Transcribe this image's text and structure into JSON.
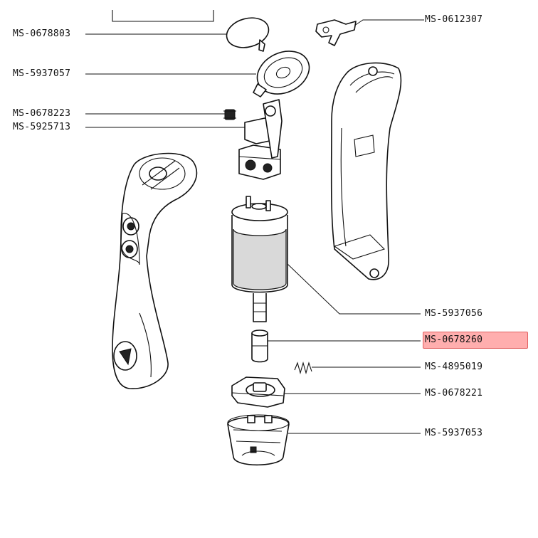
{
  "diagram": {
    "labels": [
      {
        "id": "ms-0612307",
        "text": "MS-0612307",
        "highlighted": false
      },
      {
        "id": "ms-0678803",
        "text": "MS-0678803",
        "highlighted": false
      },
      {
        "id": "ms-5937057",
        "text": "MS-5937057",
        "highlighted": false
      },
      {
        "id": "ms-0678223",
        "text": "MS-0678223",
        "highlighted": false
      },
      {
        "id": "ms-5925713",
        "text": "MS-5925713",
        "highlighted": false
      },
      {
        "id": "ms-5937056",
        "text": "MS-5937056",
        "highlighted": false
      },
      {
        "id": "ms-0678260",
        "text": "MS-0678260",
        "highlighted": true
      },
      {
        "id": "ms-4895019",
        "text": "MS-4895019",
        "highlighted": false
      },
      {
        "id": "ms-0678221",
        "text": "MS-0678221",
        "highlighted": false
      },
      {
        "id": "ms-5937053",
        "text": "MS-5937053",
        "highlighted": false
      }
    ],
    "highlight_color": "#ff8080"
  }
}
